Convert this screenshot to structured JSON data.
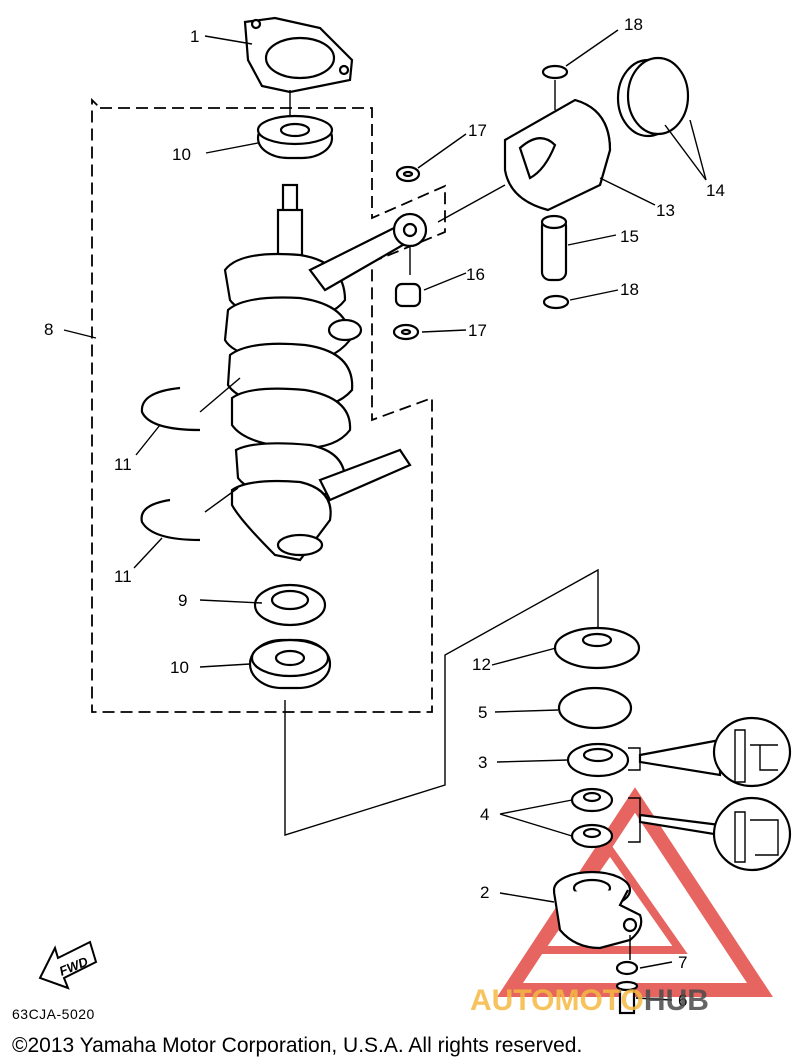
{
  "callouts": {
    "p1": "1",
    "p2": "2",
    "p3": "3",
    "p4": "4",
    "p5": "5",
    "p6": "6",
    "p7": "7",
    "p8": "8",
    "p9": "9",
    "p10a": "10",
    "p10b": "10",
    "p11a": "11",
    "p11b": "11",
    "p12": "12",
    "p13": "13",
    "p14": "14",
    "p15": "15",
    "p16": "16",
    "p17a": "17",
    "p17b": "17",
    "p18a": "18",
    "p18b": "18"
  },
  "fwd_label": "FWD",
  "part_number": "63CJA-5020",
  "copyright": "©2013 Yamaha Motor Corporation, U.S.A. All rights reserved.",
  "watermark": {
    "part1": "AUTOMOTO",
    "part2": "HUB",
    "color1": "#f5b942",
    "color2": "#4a4a4a",
    "triangle_color": "#e0322b"
  }
}
